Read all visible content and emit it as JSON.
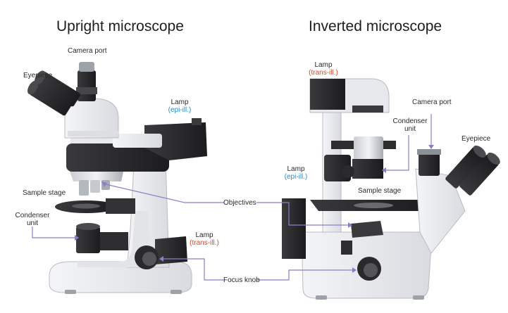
{
  "titles": {
    "upright": "Upright microscope",
    "inverted": "Inverted microscope"
  },
  "upright": {
    "camera_port": "Camera port",
    "eyepiece": "Eyepiece",
    "lamp": "Lamp",
    "lamp_type": "(epi-ill.)",
    "sample_stage": "Sample stage",
    "condenser_line1": "Condenser",
    "condenser_line2": "unit",
    "lamp_bottom": "Lamp",
    "lamp_bottom_type": "(trans-ill.)"
  },
  "shared": {
    "objectives": "Objectives",
    "focus_knob": "Focus knob"
  },
  "inverted": {
    "lamp_top": "Lamp",
    "lamp_top_type": "(trans-ill.)",
    "camera_port": "Camera port",
    "condenser_line1": "Condenser",
    "condenser_line2": "unit",
    "eyepiece": "Eyepiece",
    "lamp_side": "Lamp",
    "lamp_side_type": "(epi-ill.)",
    "sample_stage": "Sample stage"
  },
  "colors": {
    "pointer": "#8b7fc9",
    "epi_label": "#1f8fd0",
    "trans_label": "#d6482e",
    "body": "#e9eaee",
    "dark": "#2b2b2d"
  }
}
